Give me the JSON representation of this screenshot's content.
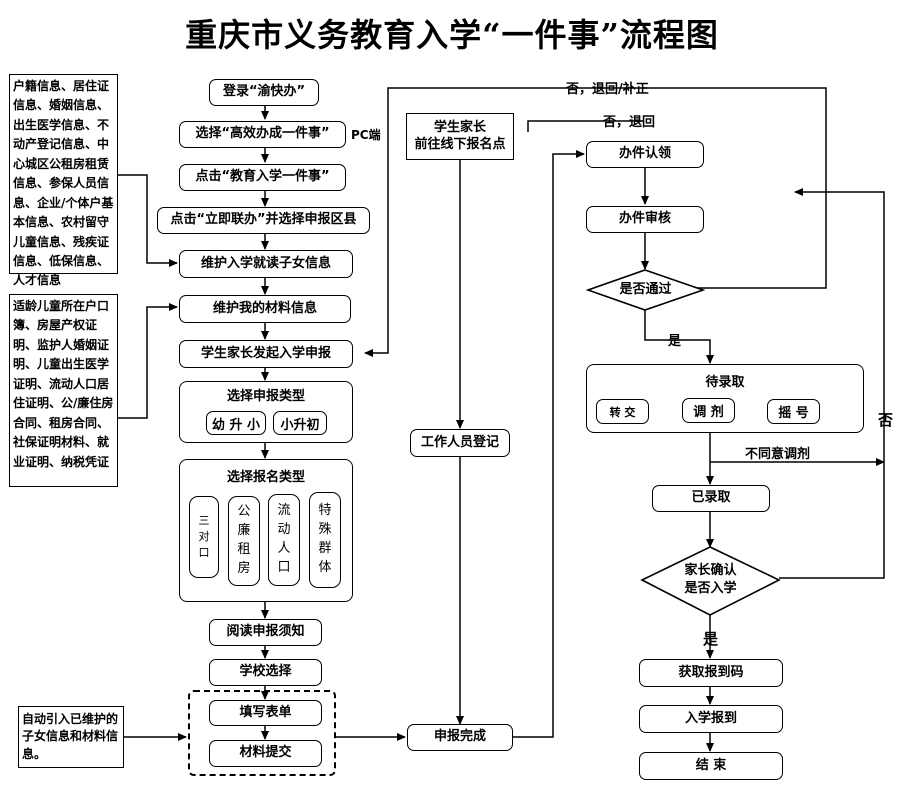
{
  "title": "重庆市义务教育入学“一件事”流程图",
  "left_notes": {
    "note1": "户籍信息、居住证信息、婚姻信息、出生医学信息、不动产登记信息、中心城区公租房租赁信息、参保人员信息、企业/个体户基本信息、农村留守儿童信息、残疾证信息、低保信息、人才信息",
    "note2": "适龄儿童所在户口簿、房屋产权证明、监护人婚姻证明、儿童出生医学证明、流动人口居住证明、公/廉住房合同、租房合同、社保证明材料、就业证明、纳税凭证",
    "note3": "自动引入已维护的子女信息和材料信息。"
  },
  "main_flow": {
    "login": "登录“渝快办”",
    "select_matter": "选择“高效办成一件事”",
    "pc_label": "PC端",
    "click_matter": "点击“教育入学一件事”",
    "click_apply": "点击“立即联办”并选择申报区县",
    "maintain_child": "维护入学就读子女信息",
    "maintain_materials": "维护我的材料信息",
    "parent_apply": "学生家长发起入学申报",
    "apply_type": {
      "title": "选择申报类型",
      "options": [
        "幼 升 小",
        "小升初"
      ]
    },
    "reg_type": {
      "title": "选择报名类型",
      "options": [
        [
          "三",
          "对",
          "口"
        ],
        [
          "公",
          "廉",
          "租",
          "房"
        ],
        [
          "流",
          "动",
          "人",
          "口"
        ],
        [
          "特",
          "殊",
          "群",
          "体"
        ]
      ]
    },
    "read_notice": "阅读申报须知",
    "school_select": "学校选择",
    "fill_form": "填写表单",
    "submit_materials": "材料提交"
  },
  "offline": {
    "parent_offline": "学生家长\n前往线下报名点",
    "staff_register": "工作人员登记",
    "apply_complete": "申报完成"
  },
  "review": {
    "claim": "办件认领",
    "audit": "办件审核",
    "pass_decision": "是否通过",
    "pending": {
      "title": "待录取",
      "options": [
        "转 交",
        "调 剂",
        "摇 号"
      ]
    },
    "admitted": "已录取",
    "confirm_decision": "家长确认\n是否入学",
    "get_code": "获取报到码",
    "enroll": "入学报到",
    "end": "结 束"
  },
  "edge_labels": {
    "reject_fix": "否，退回/补正",
    "reject_back": "否，退回",
    "yes1": "是",
    "no_adjust": "不同意调剂",
    "yes2": "是",
    "no": "否"
  }
}
